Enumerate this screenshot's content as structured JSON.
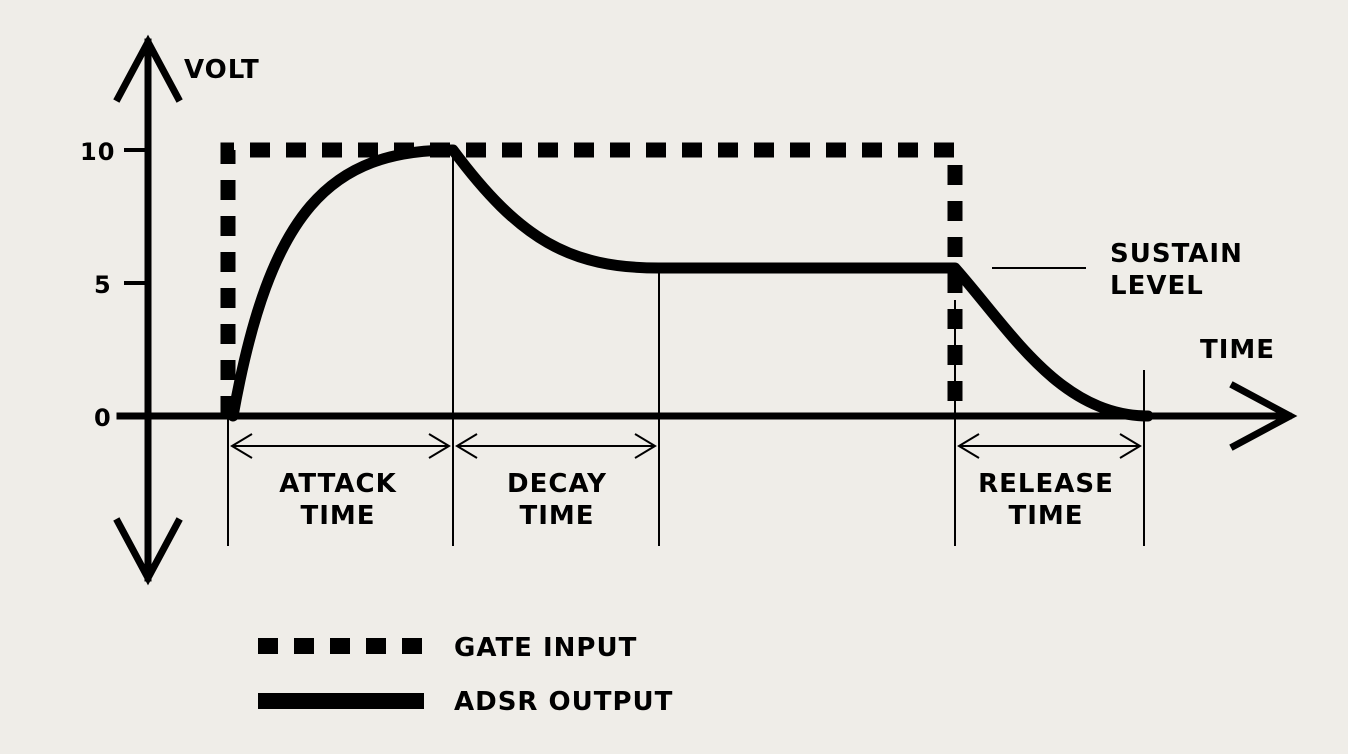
{
  "diagram": {
    "y_axis_label": "VOLT",
    "x_axis_label": "TIME",
    "y_ticks": [
      "10",
      "5",
      "0"
    ],
    "sustain_label": [
      "SUSTAIN",
      "LEVEL"
    ],
    "phases": {
      "attack": [
        "ATTACK",
        "TIME"
      ],
      "decay": [
        "DECAY",
        "TIME"
      ],
      "release": [
        "RELEASE",
        "TIME"
      ]
    },
    "legend": {
      "gate": "GATE INPUT",
      "adsr": "ADSR OUTPUT"
    },
    "colors": {
      "background": "#efede8",
      "ink": "#000000"
    }
  }
}
